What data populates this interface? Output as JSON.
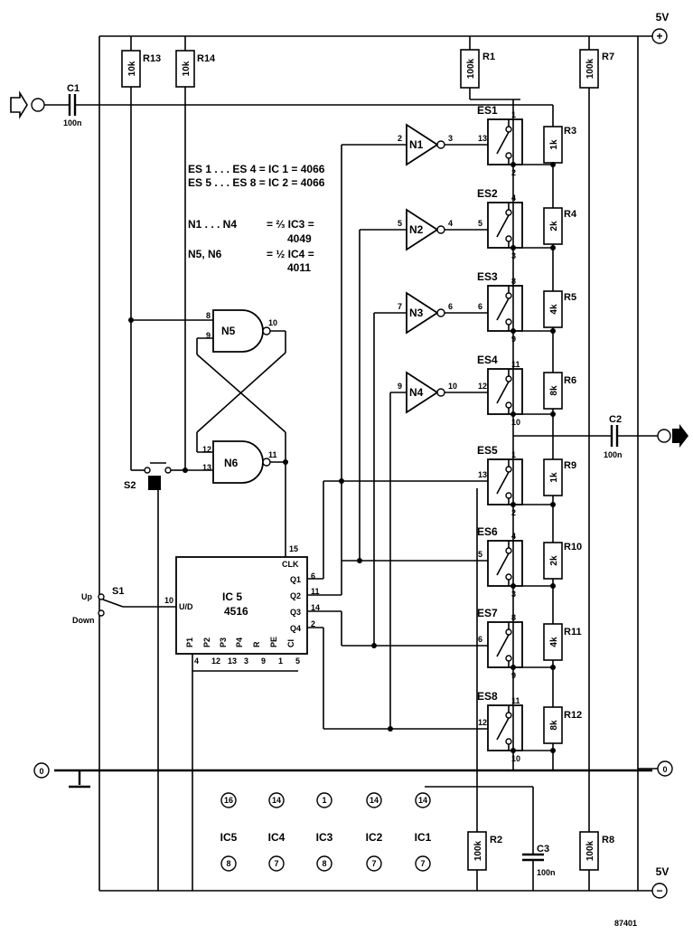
{
  "supply": {
    "pos_label": "5V",
    "pos_symbol": "+",
    "neg_label": "5V",
    "neg_symbol": "−",
    "gnd": "0"
  },
  "capacitors": [
    {
      "name": "C1",
      "value": "100n"
    },
    {
      "name": "C2",
      "value": "100n"
    },
    {
      "name": "C3",
      "value": "100n"
    }
  ],
  "resistors": [
    {
      "name": "R13",
      "value": "10k"
    },
    {
      "name": "R14",
      "value": "10k"
    },
    {
      "name": "R1",
      "value": "100k"
    },
    {
      "name": "R7",
      "value": "100k"
    },
    {
      "name": "R2",
      "value": "100k"
    },
    {
      "name": "R8",
      "value": "100k"
    },
    {
      "name": "R3",
      "value": "1k"
    },
    {
      "name": "R4",
      "value": "2k"
    },
    {
      "name": "R5",
      "value": "4k"
    },
    {
      "name": "R6",
      "value": "8k"
    },
    {
      "name": "R9",
      "value": "1k"
    },
    {
      "name": "R10",
      "value": "2k"
    },
    {
      "name": "R11",
      "value": "4k"
    },
    {
      "name": "R12",
      "value": "8k"
    }
  ],
  "switches": [
    {
      "name": "ES1",
      "pins": [
        "1",
        "13",
        "2"
      ]
    },
    {
      "name": "ES2",
      "pins": [
        "4",
        "5",
        "3"
      ]
    },
    {
      "name": "ES3",
      "pins": [
        "8",
        "6",
        "9"
      ]
    },
    {
      "name": "ES4",
      "pins": [
        "11",
        "12",
        "10"
      ]
    },
    {
      "name": "ES5",
      "pins": [
        "1",
        "13",
        "2"
      ]
    },
    {
      "name": "ES6",
      "pins": [
        "4",
        "5",
        "3"
      ]
    },
    {
      "name": "ES7",
      "pins": [
        "8",
        "6",
        "9"
      ]
    },
    {
      "name": "ES8",
      "pins": [
        "11",
        "12",
        "10"
      ]
    }
  ],
  "inverters": [
    {
      "name": "N1",
      "in": "2",
      "out": "3"
    },
    {
      "name": "N2",
      "in": "5",
      "out": "4"
    },
    {
      "name": "N3",
      "in": "7",
      "out": "6"
    },
    {
      "name": "N4",
      "in": "9",
      "out": "10"
    }
  ],
  "nand": [
    {
      "name": "N5",
      "in_a": "8",
      "in_b": "9",
      "out": "10"
    },
    {
      "name": "N6",
      "in_a": "12",
      "in_b": "13",
      "out": "11"
    }
  ],
  "notes": [
    "ES 1 . . . ES 4 = IC 1 = 4066",
    "ES 5 . . . ES 8 = IC 2 = 4066",
    "N1 . . . N4",
    "= ⅔ IC3 =",
    "4049",
    "N5, N6",
    "= ½ IC4 =",
    "4011"
  ],
  "ic5": {
    "name": "IC 5",
    "part": "4516",
    "pins": {
      "clk": "CLK",
      "clk_n": "15",
      "ud": "U/D",
      "ud_n": "10",
      "q1": "Q1",
      "q1_n": "6",
      "q2": "Q2",
      "q2_n": "11",
      "q3": "Q3",
      "q3_n": "14",
      "q4": "Q4",
      "q4_n": "2"
    },
    "bottom": [
      "P1",
      "P2",
      "P3",
      "P4",
      "R",
      "PE",
      "CI"
    ],
    "bottom_n": [
      "4",
      "12",
      "13",
      "3",
      "9",
      "1",
      "5"
    ]
  },
  "s1": {
    "name": "S1",
    "up": "Up",
    "down": "Down"
  },
  "s2": {
    "name": "S2"
  },
  "power_table": {
    "ics": [
      "IC5",
      "IC4",
      "IC3",
      "IC2",
      "IC1"
    ],
    "vdd": [
      "16",
      "14",
      "1",
      "14",
      "14"
    ],
    "vss": [
      "8",
      "7",
      "8",
      "7",
      "7"
    ]
  },
  "figure_number": "87401"
}
